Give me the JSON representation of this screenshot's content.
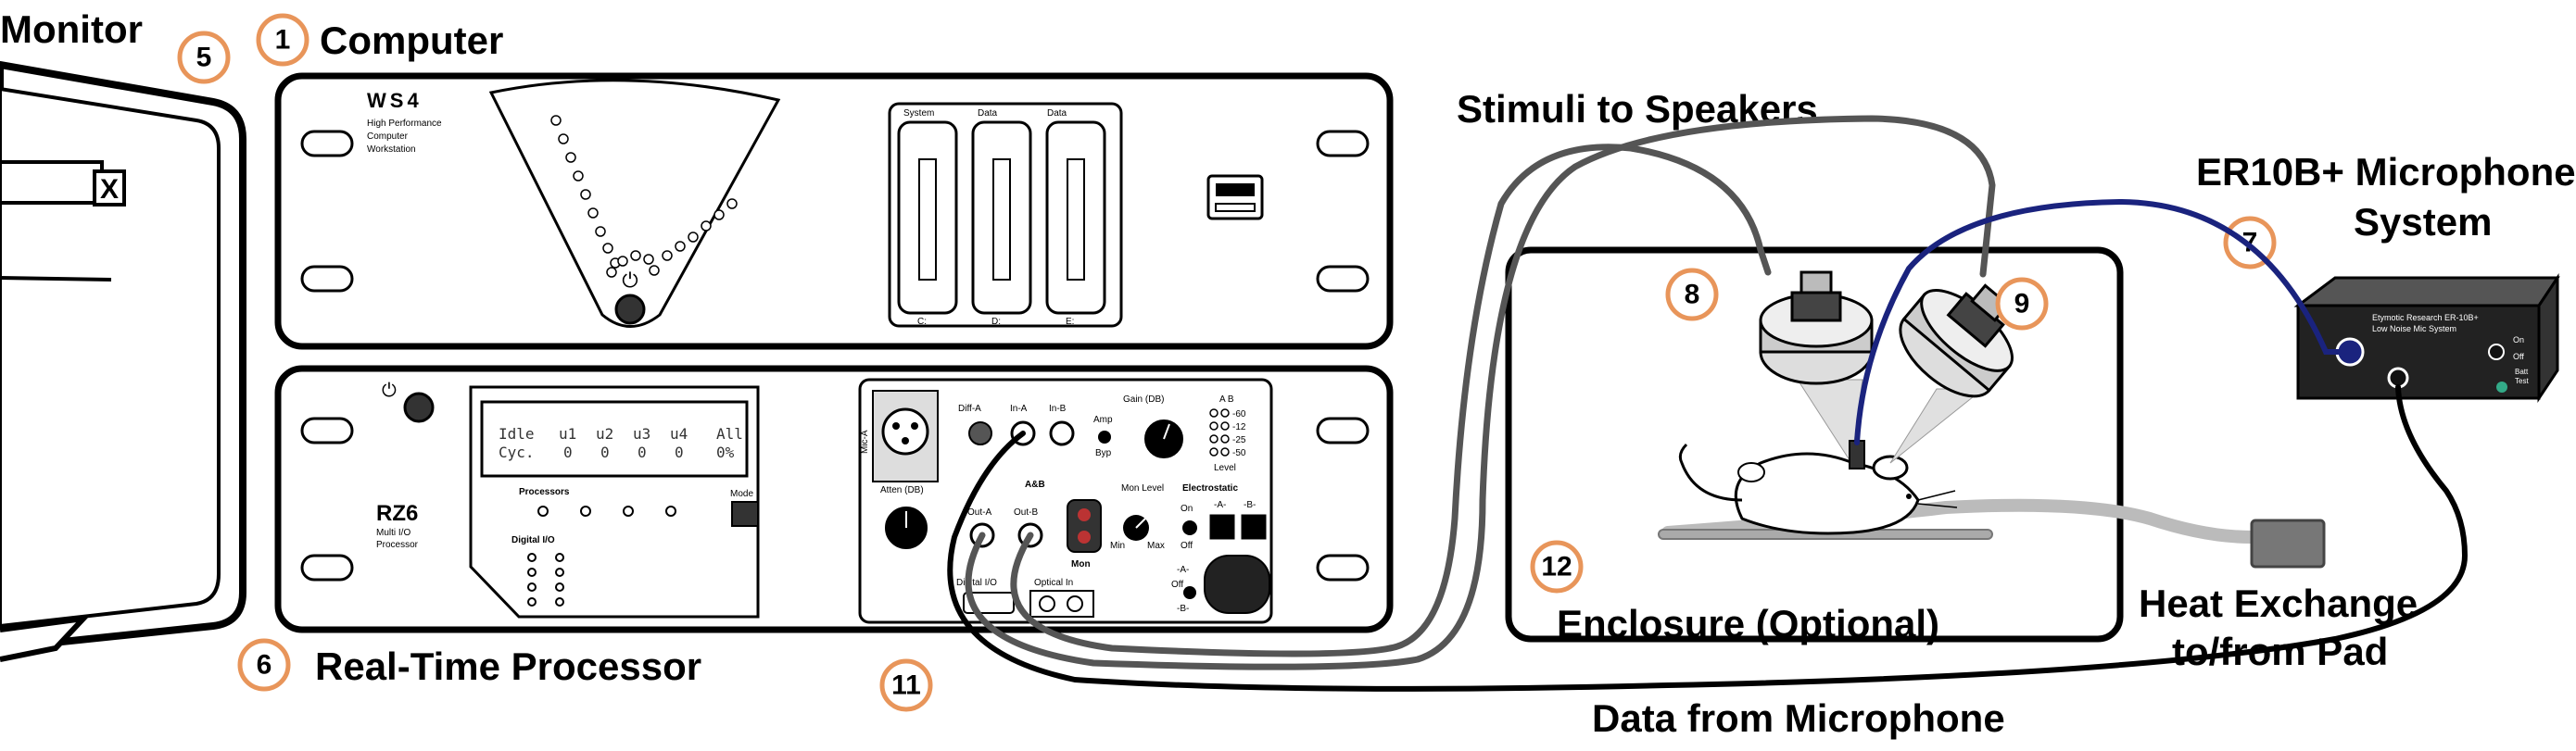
{
  "labels": {
    "monitor": "Monitor",
    "computer": "Computer",
    "real_time_processor": "Real-Time Processor",
    "stimuli_to_speakers": "Stimuli to Speakers",
    "er10b_line1": "ER10B+ Microphone",
    "er10b_line2": "System",
    "enclosure": "Enclosure (Optional)",
    "heat_exchange_line1": "Heat Exchange",
    "heat_exchange_line2": "to/from Pad",
    "data_from_microphone": "Data from Microphone"
  },
  "numbers": {
    "n1": "1",
    "n5": "5",
    "n6": "6",
    "n7": "7",
    "n8": "8",
    "n9": "9",
    "n11": "11",
    "n12": "12"
  },
  "ws4": {
    "model": "WS4",
    "desc1": "High Performance",
    "desc2": "Computer",
    "desc3": "Workstation",
    "slot1": "System",
    "slot2": "Data",
    "slot3": "Data",
    "drive1": "C:",
    "drive2": "D:",
    "drive3": "E:"
  },
  "rz6": {
    "model": "RZ6",
    "desc1": "Multi I/O",
    "desc2": "Processor",
    "processors": "Processors",
    "digital_io": "Digital I/O",
    "mode": "Mode",
    "lcd_row1": [
      "Idle",
      "u1",
      "u2",
      "u3",
      "u4",
      "All"
    ],
    "lcd_row2": [
      "Cyc.",
      "0",
      "0",
      "0",
      "0",
      "0%"
    ],
    "mic_a": "Mic-A",
    "diff_a": "Diff-A",
    "in_a": "In-A",
    "in_b": "In-B",
    "gain": "Gain (DB)",
    "amp": "Amp",
    "byp": "Byp",
    "level": "Level",
    "level_ab": "A B",
    "level_values": [
      "-60",
      "-12",
      "-25",
      "-50"
    ],
    "atten": "Atten (DB)",
    "out_a": "Out-A",
    "out_b": "Out-B",
    "ab": "A&B",
    "mon": "Mon",
    "mon_level": "Mon Level",
    "min": "Min",
    "max": "Max",
    "electrostatic": "Electrostatic",
    "on": "On",
    "off": "Off",
    "ch_a": "-A-",
    "ch_b": "-B-",
    "digital_io_port": "Digital I/O",
    "optical_in": "Optical In"
  },
  "er10b_box": {
    "line1": "Etymotic Research ER-10B+",
    "line2": "Low Noise Mic System",
    "on": "On",
    "off": "Off",
    "batt": "Batt",
    "test": "Test"
  },
  "colors": {
    "badge_ring": "#e8955a",
    "blue_cable": "#1a237e",
    "gray_cable": "#555555"
  }
}
